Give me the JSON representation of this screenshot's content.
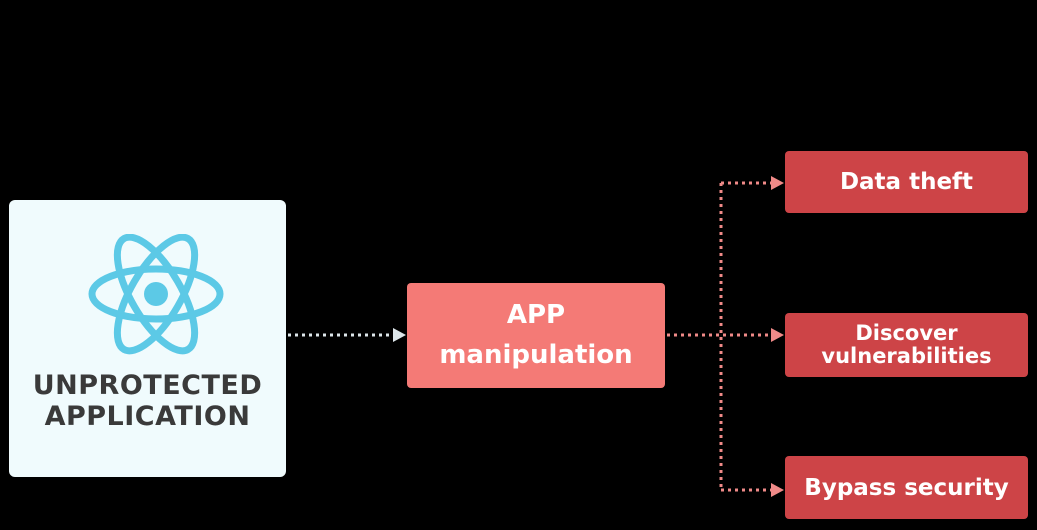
{
  "source": {
    "title_line1": "UNPROTECTED",
    "title_line2": "APPLICATION",
    "logo_icon": "atom-icon"
  },
  "process": {
    "label_line1": "APP",
    "label_line2": "manipulation"
  },
  "outcomes": [
    {
      "label": "Data theft"
    },
    {
      "label_line1": "Discover",
      "label_line2": "vulnerabilities"
    },
    {
      "label": "Bypass security"
    }
  ],
  "colors": {
    "background": "#000000",
    "app_card": "#f0fbfd",
    "atom": "#5cc9e6",
    "app_text": "#3a3a3a",
    "process_box": "#f47a76",
    "outcome_box": "#cd4447",
    "arrow_left": "#dde6ea",
    "arrow_right": "#f08a88"
  }
}
